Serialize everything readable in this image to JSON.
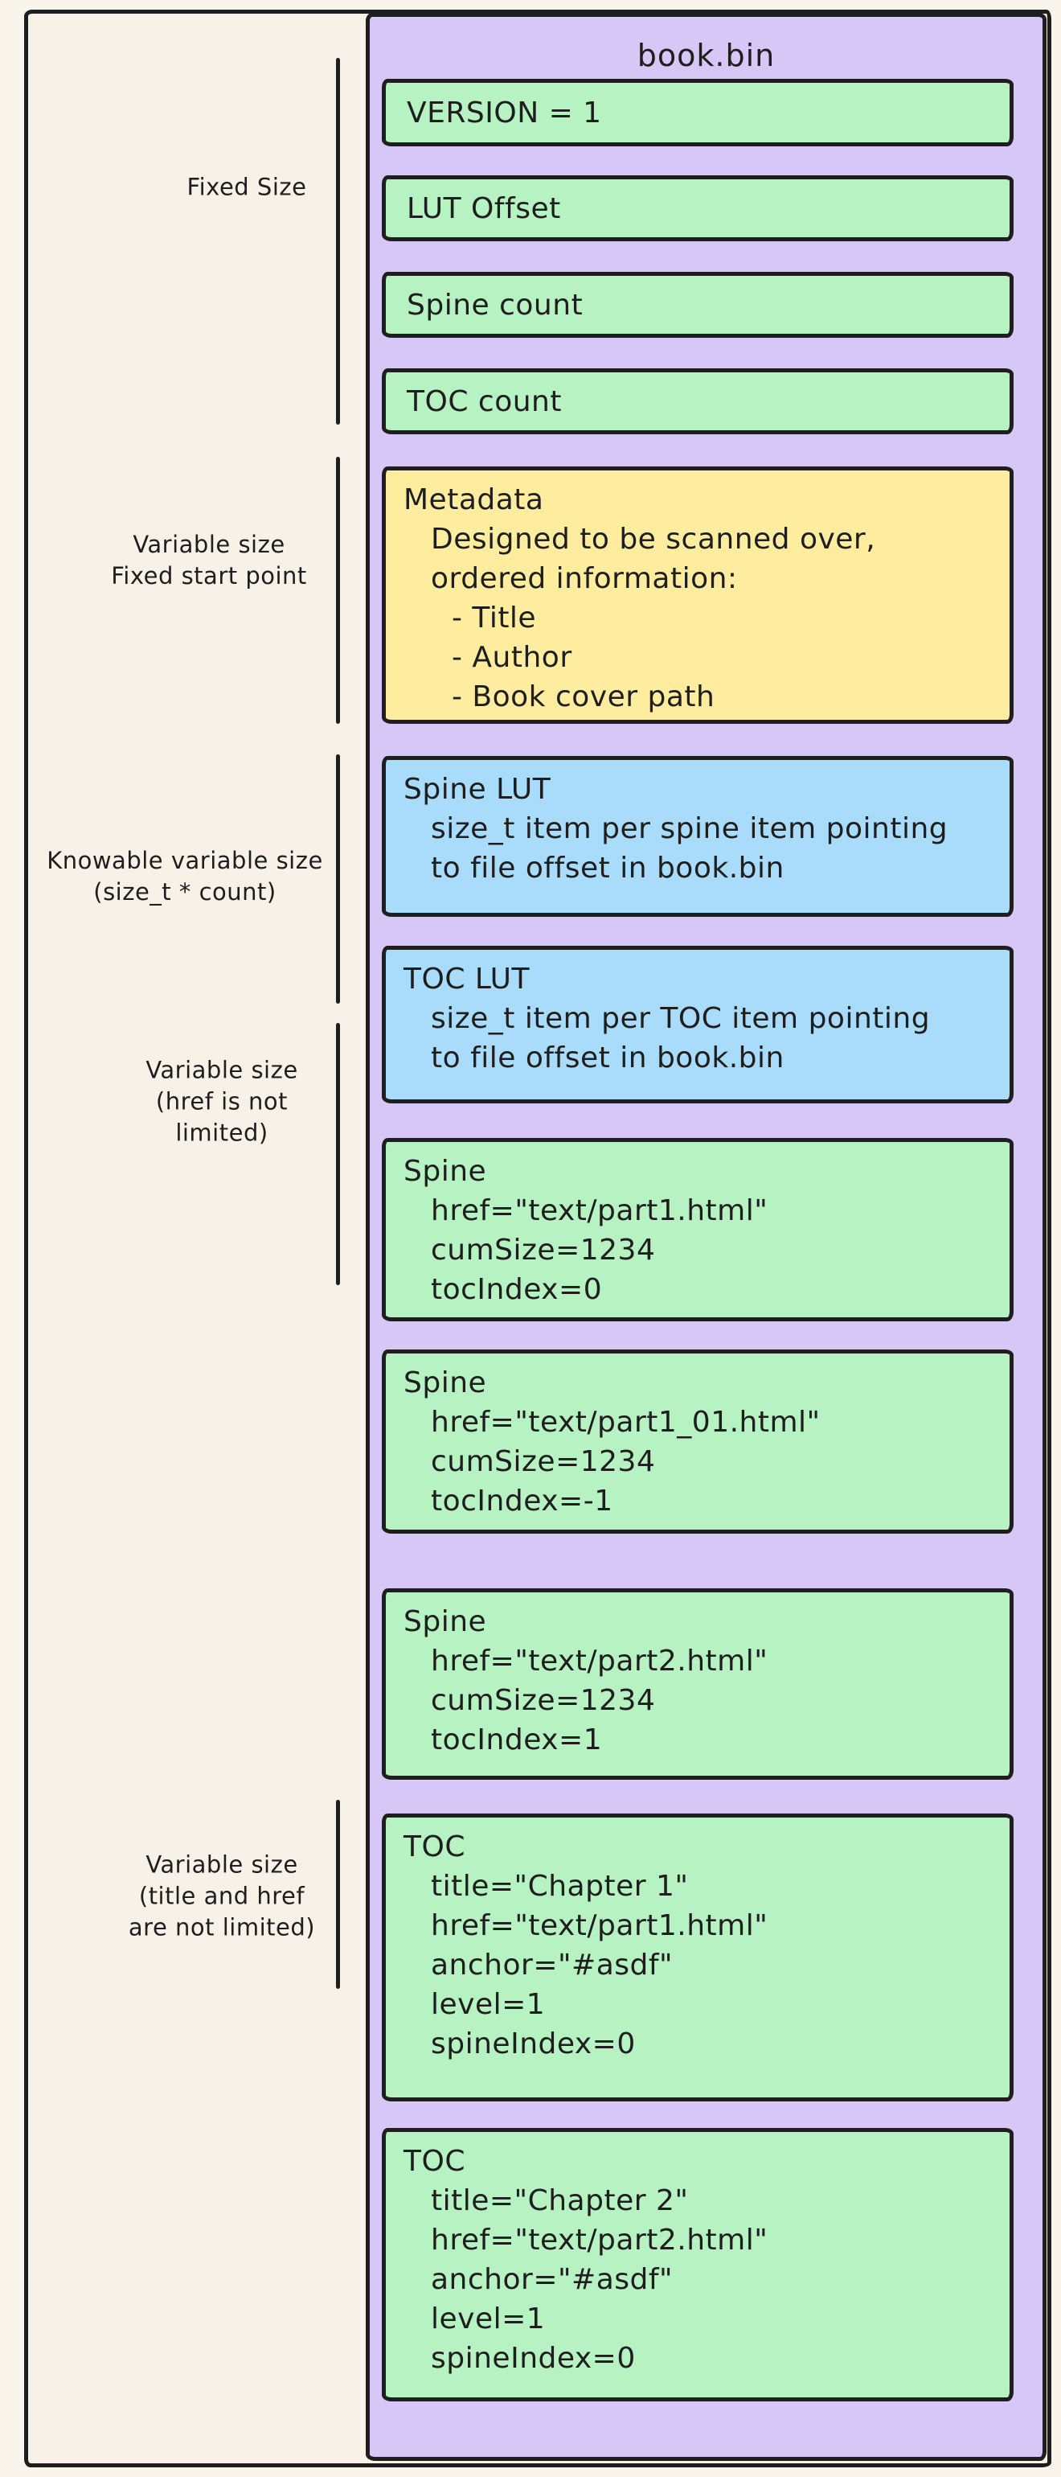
{
  "diagram": {
    "file_title": "book.bin",
    "sections": [
      {
        "label": "Fixed Size"
      },
      {
        "label": "Variable size\nFixed start point"
      },
      {
        "label": "Knowable variable size\n(size_t * count)"
      },
      {
        "label": "Variable size\n(href is not\nlimited)"
      },
      {
        "label": "Variable size\n(title and href\nare not limited)"
      }
    ],
    "boxes": [
      {
        "name": "version",
        "color": "green",
        "lines": [
          {
            "t": "VERSION = 1",
            "i": 0
          }
        ]
      },
      {
        "name": "lut-offset",
        "color": "green",
        "lines": [
          {
            "t": "LUT Offset",
            "i": 0
          }
        ]
      },
      {
        "name": "spine-count",
        "color": "green",
        "lines": [
          {
            "t": "Spine count",
            "i": 0
          }
        ]
      },
      {
        "name": "toc-count",
        "color": "green",
        "lines": [
          {
            "t": "TOC count",
            "i": 0
          }
        ]
      },
      {
        "name": "metadata",
        "color": "yellow",
        "lines": [
          {
            "t": "Metadata",
            "i": 0
          },
          {
            "t": "Designed to be scanned over,",
            "i": 1
          },
          {
            "t": "ordered information:",
            "i": 1
          },
          {
            "t": "- Title",
            "i": 2
          },
          {
            "t": "- Author",
            "i": 2
          },
          {
            "t": "- Book cover path",
            "i": 2
          }
        ]
      },
      {
        "name": "spine-lut",
        "color": "blue",
        "lines": [
          {
            "t": "Spine LUT",
            "i": 0
          },
          {
            "t": "size_t item per spine item pointing",
            "i": 1
          },
          {
            "t": "to file offset in book.bin",
            "i": 1
          }
        ]
      },
      {
        "name": "toc-lut",
        "color": "blue",
        "lines": [
          {
            "t": "TOC LUT",
            "i": 0
          },
          {
            "t": "size_t item per TOC item pointing",
            "i": 1
          },
          {
            "t": "to file offset in book.bin",
            "i": 1
          }
        ]
      },
      {
        "name": "spine-1",
        "color": "green",
        "lines": [
          {
            "t": "Spine",
            "i": 0
          },
          {
            "t": "href=\"text/part1.html\"",
            "i": 1
          },
          {
            "t": "cumSize=1234",
            "i": 1
          },
          {
            "t": "tocIndex=0",
            "i": 1
          }
        ]
      },
      {
        "name": "spine-2",
        "color": "green",
        "lines": [
          {
            "t": "Spine",
            "i": 0
          },
          {
            "t": "href=\"text/part1_01.html\"",
            "i": 1
          },
          {
            "t": "cumSize=1234",
            "i": 1
          },
          {
            "t": "tocIndex=-1",
            "i": 1
          }
        ]
      },
      {
        "name": "spine-3",
        "color": "green",
        "lines": [
          {
            "t": "Spine",
            "i": 0
          },
          {
            "t": "href=\"text/part2.html\"",
            "i": 1
          },
          {
            "t": "cumSize=1234",
            "i": 1
          },
          {
            "t": "tocIndex=1",
            "i": 1
          }
        ]
      },
      {
        "name": "toc-1",
        "color": "green",
        "lines": [
          {
            "t": "TOC",
            "i": 0
          },
          {
            "t": "title=\"Chapter 1\"",
            "i": 1
          },
          {
            "t": "href=\"text/part1.html\"",
            "i": 1
          },
          {
            "t": "anchor=\"#asdf\"",
            "i": 1
          },
          {
            "t": "level=1",
            "i": 1
          },
          {
            "t": "spineIndex=0",
            "i": 1
          }
        ]
      },
      {
        "name": "toc-2",
        "color": "green",
        "lines": [
          {
            "t": "TOC",
            "i": 0
          },
          {
            "t": "title=\"Chapter 2\"",
            "i": 1
          },
          {
            "t": "href=\"text/part2.html\"",
            "i": 1
          },
          {
            "t": "anchor=\"#asdf\"",
            "i": 1
          },
          {
            "t": "level=1",
            "i": 1
          },
          {
            "t": "spineIndex=0",
            "i": 1
          }
        ]
      }
    ],
    "colors": {
      "green": "#b7f2c2",
      "yellow": "#feec9f",
      "blue": "#a9dcfb",
      "purple": "#d6c7f6",
      "canvas": "#f7f1e8",
      "stroke": "#1e1e1e"
    }
  }
}
